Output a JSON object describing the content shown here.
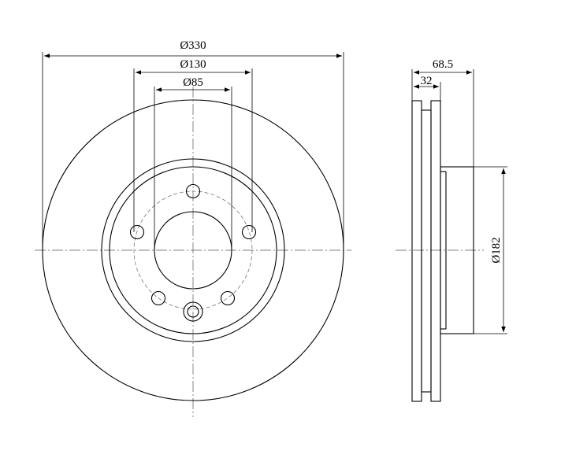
{
  "front_view": {
    "dimensions": {
      "outer_diameter": "Ø330",
      "bolt_circle_diameter": "Ø130",
      "center_bore_diameter": "Ø85"
    },
    "bolt_hole_count": 5
  },
  "side_view": {
    "dimensions": {
      "overall_height": "68.5",
      "disc_thickness": "32",
      "hat_diameter": "Ø182"
    }
  }
}
